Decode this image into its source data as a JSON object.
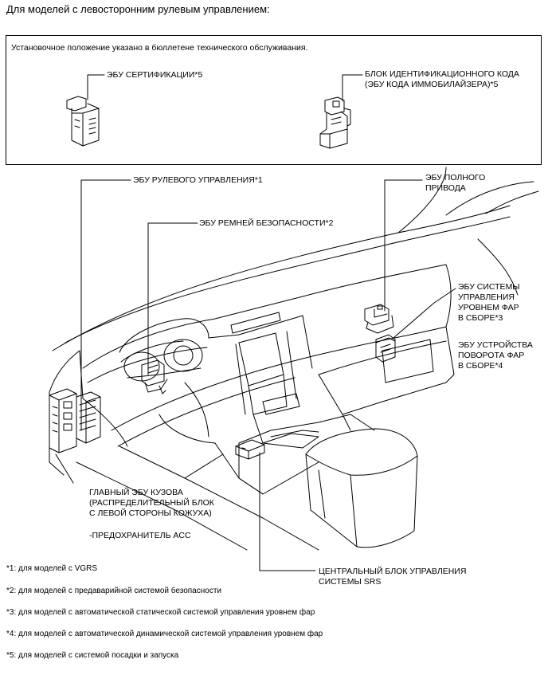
{
  "header": "Для моделей с левосторонним рулевым управлением:",
  "box": {
    "note": "Установочное положение указано в бюллетене технического обслуживания.",
    "ecu_cert": "ЭБУ СЕРТИФИКАЦИИ*5",
    "id_code_box": "БЛОК ИДЕНТИФИКАЦИОННОГО КОДА\n(ЭБУ КОДА ИММОБИЛАЙЗЕРА)*5"
  },
  "labels": {
    "steering_ecu": "ЭБУ РУЛЕВОГО УПРАВЛЕНИЯ*1",
    "seatbelt_ecu": "ЭБУ РЕМНЕЙ БЕЗОПАСНОСТИ*2",
    "awd_ecu": "ЭБУ ПОЛНОГО\nПРИВОДА",
    "headlight_level_ecu": "ЭБУ СИСТЕМЫ\nУПРАВЛЕНИЯ\nУРОВНЕМ ФАР\nВ СБОРЕ*3",
    "headlight_swivel_ecu": "ЭБУ УСТРОЙСТВА\nПОВОРОТА ФАР\nВ СБОРЕ*4",
    "main_body_ecu": "ГЛАВНЫЙ ЭБУ КУЗОВА\n(РАСПРЕДЕЛИТЕЛЬНЫЙ БЛОК\nС ЛЕВОЙ СТОРОНЫ КОЖУХА)",
    "acc_fuse": "-ПРЕДОХРАНИТЕЛЬ ACC",
    "srs_unit": "ЦЕНТРАЛЬНЫЙ БЛОК УПРАВЛЕНИЯ\nСИСТЕМЫ SRS"
  },
  "footnotes": [
    "*1: для моделей с VGRS",
    "*2: для моделей с предаварийной системой безопасности",
    "*3: для моделей с автоматической статической системой управления уровнем фар",
    "*4: для моделей с автоматической динамической системой управления уровнем фар",
    "*5: для моделей с системой посадки и запуска"
  ]
}
